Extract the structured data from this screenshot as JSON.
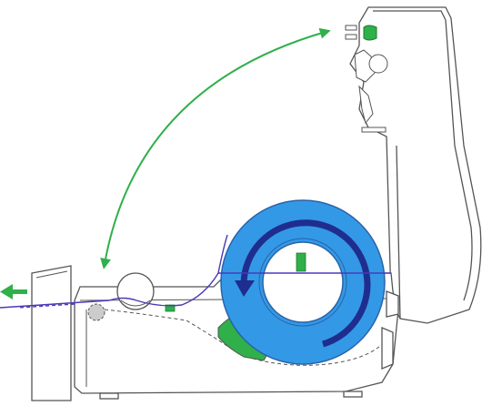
{
  "diagram": {
    "colors": {
      "outline": "#555555",
      "roll_blue": "#3399e6",
      "roll_edge": "#2a63a8",
      "arrow_dark_blue": "#1f2d8f",
      "accent_green": "#2fb04a",
      "paper_path_purple": "#4a3ab8",
      "gray_part": "#cccccc"
    },
    "icons": {
      "hinge_arrow": "double-headed-curved-arrow",
      "exit_arrow": "left-arrow",
      "roll_rotation": "circular-arrow"
    }
  }
}
